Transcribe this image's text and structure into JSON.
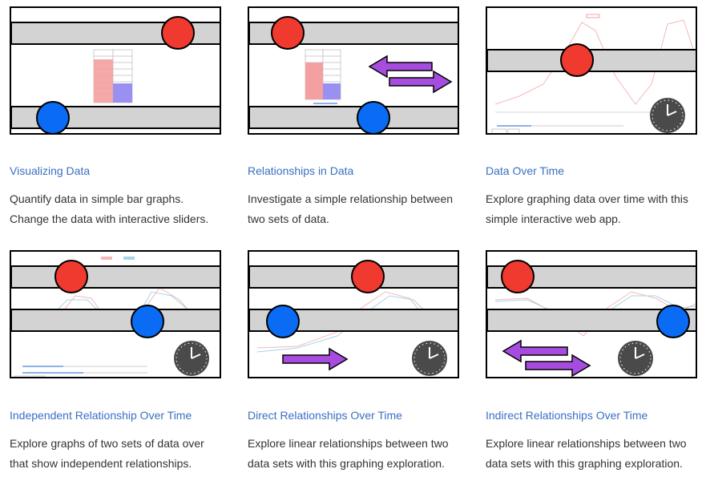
{
  "cards": [
    {
      "title": "Visualizing Data",
      "line1": "Quantify data in simple bar graphs.",
      "line2": "Change the data with interactive sliders."
    },
    {
      "title": "Relationships in Data",
      "line1": "Investigate a simple relationship between",
      "line2": "two sets of data."
    },
    {
      "title": "Data Over Time",
      "line1": "Explore graphing data over time with this",
      "line2": "simple interactive web app."
    },
    {
      "title": "Independent Relationship Over Time",
      "line1": "Explore graphs of two sets of data over",
      "line2": "that show independent relationships."
    },
    {
      "title": "Direct Relationships Over Time",
      "line1": "Explore linear relationships between two",
      "line2": "data sets with this graphing exploration."
    },
    {
      "title": "Indirect Relationships Over Time",
      "line1": "Explore linear relationships between two",
      "line2": "data sets with this graphing exploration."
    }
  ],
  "colors": {
    "red": "#f0392f",
    "blue": "#0a6cf5",
    "purple": "#a64ddf",
    "band": "#d3d3d3",
    "link": "#3a6fc4"
  }
}
